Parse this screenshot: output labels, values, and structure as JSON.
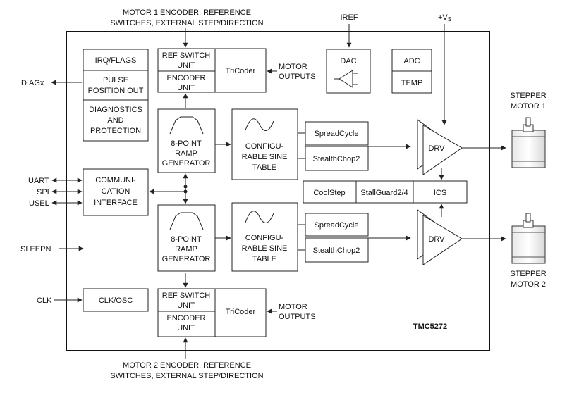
{
  "top_input": [
    "MOTOR 1 ENCODER, REFERENCE",
    "SWITCHES, EXTERNAL STEP/DIRECTION"
  ],
  "bottom_input": [
    "MOTOR 2 ENCODER, REFERENCE",
    "SWITCHES, EXTERNAL STEP/DIRECTION"
  ],
  "iref": "IREF",
  "vs": "+V",
  "vs_sub": "S",
  "chip_name": "TMC5272",
  "left_signals": {
    "diag": "DIAGx",
    "uart": "UART",
    "spi": "SPI",
    "usel": "USEL",
    "sleepn": "SLEEPN",
    "clk": "CLK"
  },
  "blocks": {
    "irq": "IRQ/FLAGS",
    "pulse": [
      "PULSE",
      "POSITION OUT"
    ],
    "diagnostics": [
      "DIAGNOSTICS",
      "AND",
      "PROTECTION"
    ],
    "comm": [
      "COMMUNI-",
      "CATION",
      "INTERFACE"
    ],
    "clkosc": "CLK/OSC",
    "ref_switch": [
      "REF SWITCH",
      "UNIT"
    ],
    "encoder": [
      "ENCODER",
      "UNIT"
    ],
    "tricoder": "TriCoder",
    "motor_outputs": [
      "MOTOR",
      "OUTPUTS"
    ],
    "ramp": [
      "8-POINT",
      "RAMP",
      "GENERATOR"
    ],
    "sine": [
      "CONFIGU-",
      "RABLE SINE",
      "TABLE"
    ],
    "spreadcycle": "SpreadCycle",
    "stealthchop": "StealthChop2",
    "coolstep": "CoolStep",
    "stallguard": "StallGuard2/4",
    "ics": "ICS",
    "drv": "DRV",
    "dac": "DAC",
    "adc": "ADC",
    "temp": "TEMP"
  },
  "motors": {
    "m1": [
      "STEPPER",
      "MOTOR 1"
    ],
    "m2": [
      "STEPPER",
      "MOTOR 2"
    ]
  }
}
